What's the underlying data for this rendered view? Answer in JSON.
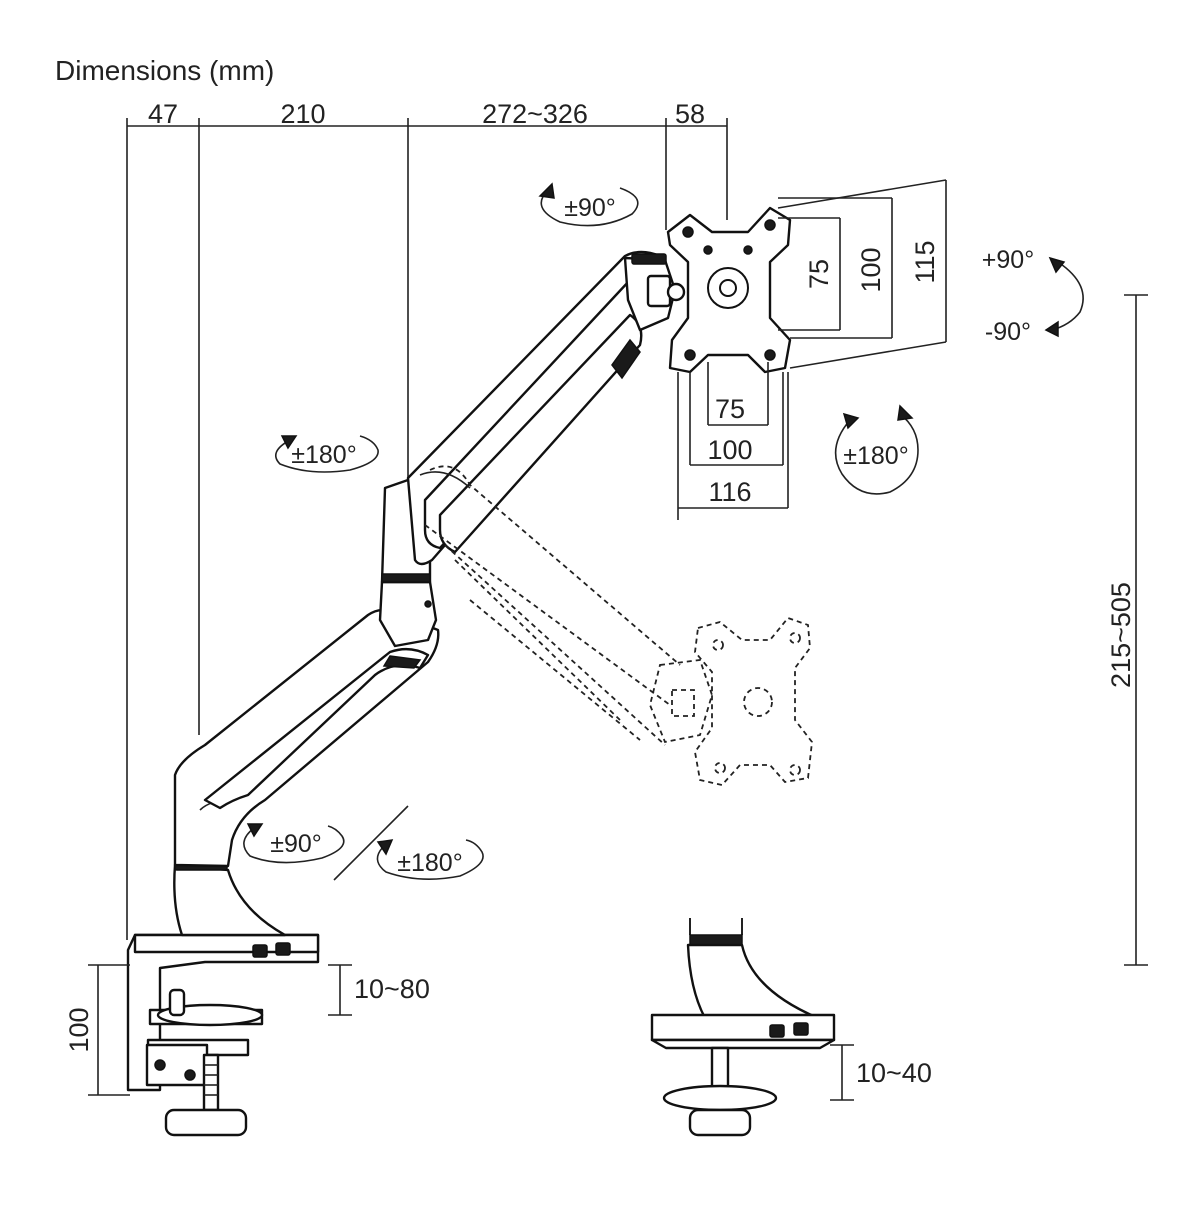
{
  "title": "Dimensions (mm)",
  "horizontal_dimensions": [
    "47",
    "210",
    "272~326",
    "58"
  ],
  "plate_vertical_dimensions": [
    "75",
    "100",
    "115"
  ],
  "plate_horizontal_dimensions": [
    "75",
    "100",
    "116"
  ],
  "height_range": "215~505",
  "clamp_height": "100",
  "clamp_range": "10~80",
  "grommet_range": "10~40",
  "rotations": {
    "top_arm_swivel": "±90°",
    "plate_tilt_up": "+90°",
    "plate_tilt_down": "-90°",
    "plate_rotation": "±180°",
    "elbow_swivel": "±180°",
    "base_swivel": "±90°",
    "pole_swivel": "±180°"
  }
}
